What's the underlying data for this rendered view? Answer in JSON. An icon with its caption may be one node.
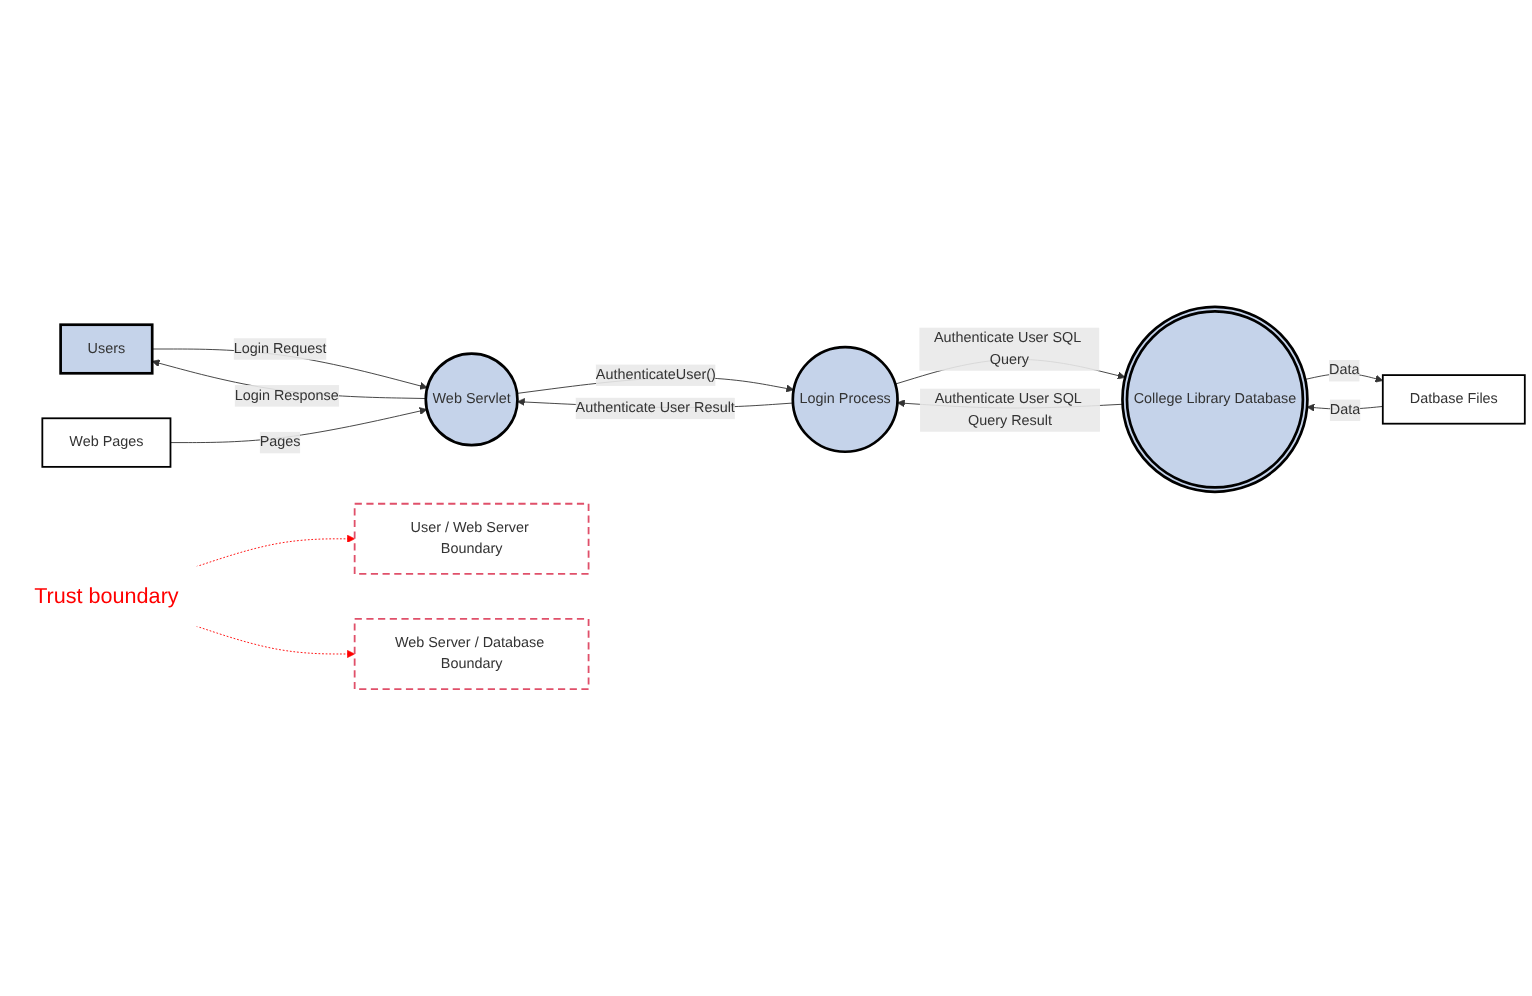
{
  "diagram": {
    "nodes": [
      {
        "text": [
          "Users"
        ]
      },
      {
        "text": [
          "Web Servlet"
        ]
      },
      {
        "text": [
          "Login Process"
        ]
      },
      {
        "text": [
          "Web Pages"
        ]
      },
      {
        "text": [
          "College Library Database"
        ]
      },
      {
        "text": [
          "Datbase Files"
        ]
      },
      {
        "text": [
          "User / Web Server Boundary"
        ]
      },
      {
        "text": [
          "Web Server / Database Boundary"
        ]
      },
      {
        "text": [
          "Trust boundary"
        ]
      }
    ],
    "edges": [
      {
        "from": 0,
        "to": 1,
        "arrow": "to",
        "label": "Login Request"
      },
      {
        "from": 1,
        "to": 0,
        "arrow": "to",
        "label": "Login Response"
      },
      {
        "from": 1,
        "to": 2,
        "arrow": "to",
        "label": "AuthenticateUser()"
      },
      {
        "from": 2,
        "to": 1,
        "arrow": "to",
        "label": "Authenticate User Result"
      },
      {
        "from": 3,
        "to": 1,
        "arrow": "to",
        "label": "Pages"
      },
      {
        "from": 2,
        "to": 4,
        "arrow": "to",
        "label": "Authenticate User SQL Query"
      },
      {
        "from": 4,
        "to": 2,
        "arrow": "to",
        "label": "Authenticate User SQL Query Result"
      },
      {
        "from": 4,
        "to": 5,
        "arrow": "to",
        "label": "Data"
      },
      {
        "from": 5,
        "to": 4,
        "arrow": "to",
        "label": "Data"
      },
      {
        "from": 8,
        "to": 6,
        "arrow": "to",
        "style": "dashed",
        "color": "#ff0000"
      },
      {
        "from": 8,
        "to": 7,
        "arrow": "to",
        "style": "dashed",
        "color": "#ff0000"
      }
    ]
  }
}
